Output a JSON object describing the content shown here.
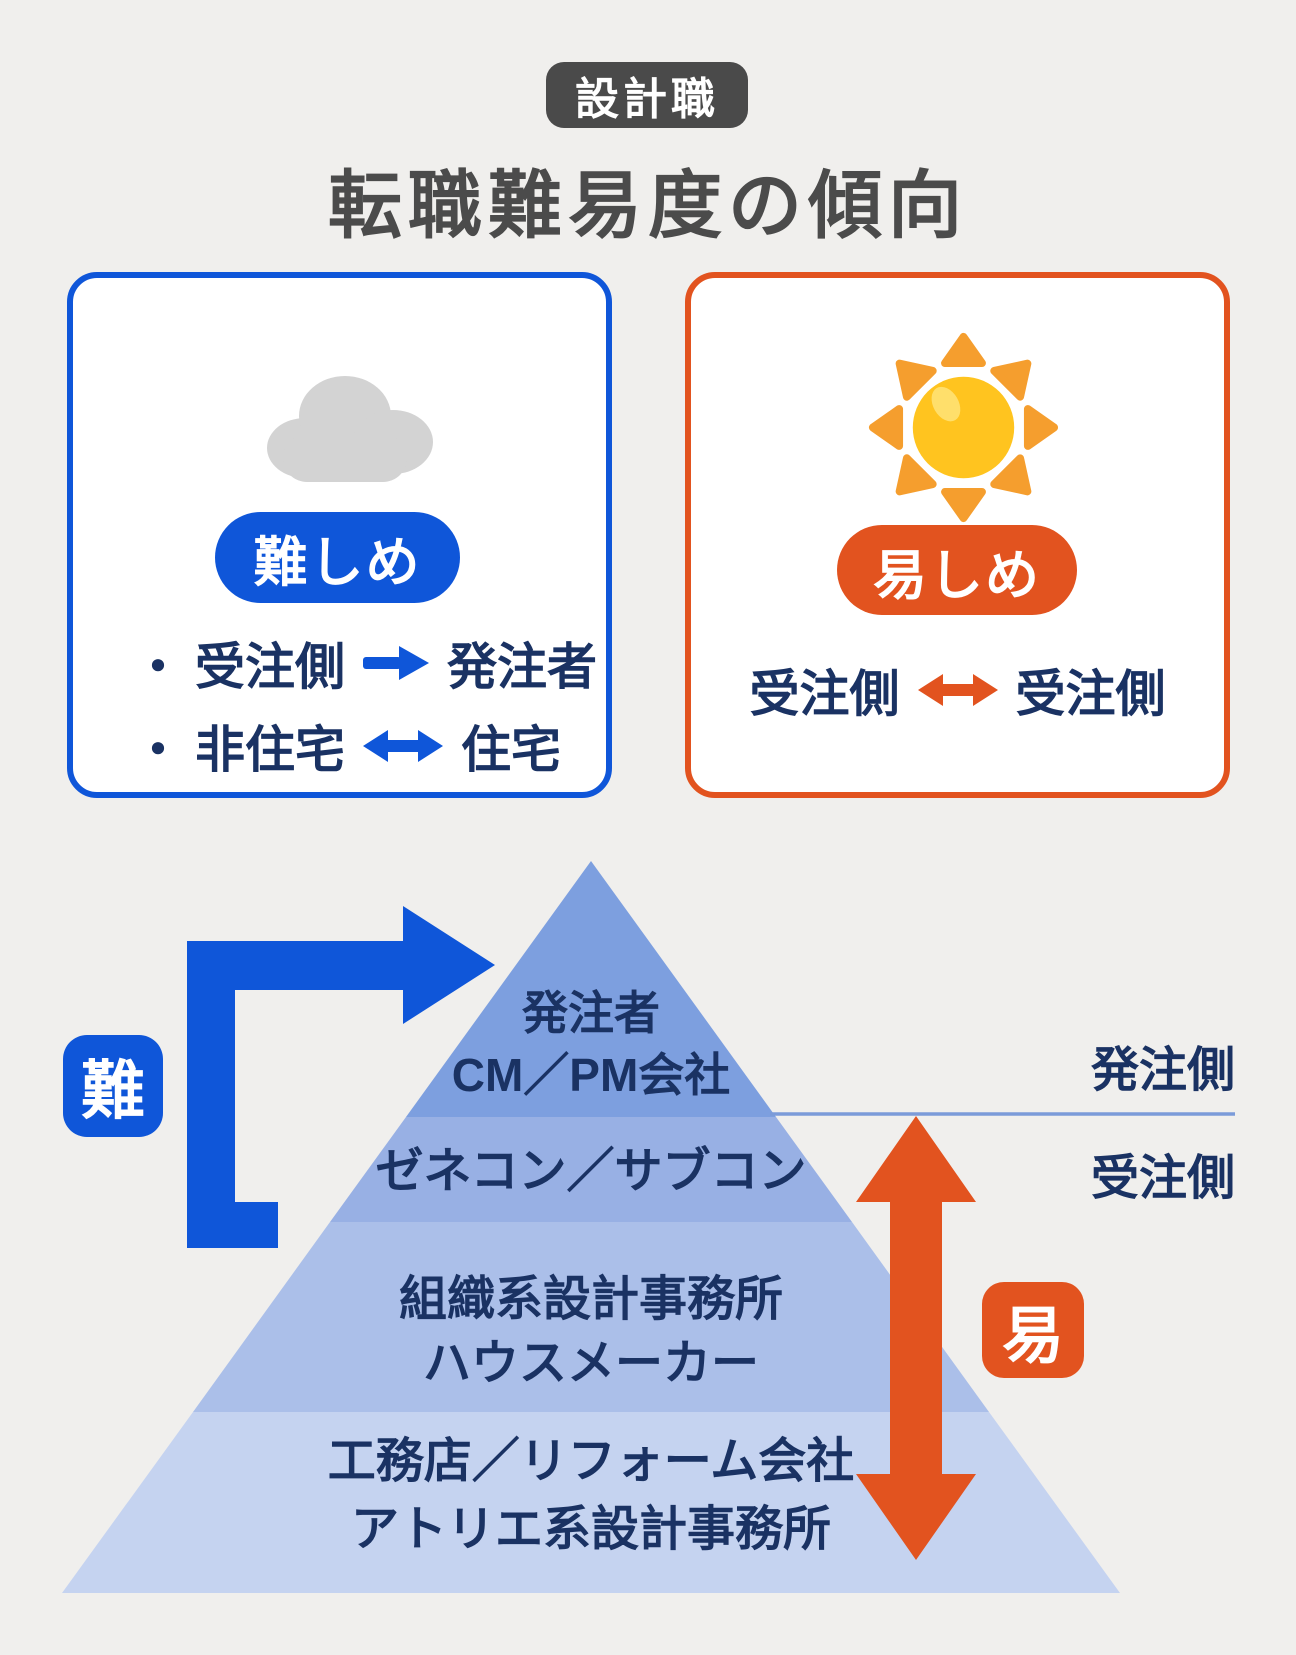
{
  "header": {
    "badge": "設計職",
    "title": "転職難易度の傾向"
  },
  "cards": {
    "bullet_char": "・",
    "hard": {
      "label": "難しめ",
      "icon": "cloud",
      "rows": [
        {
          "from": "受注側",
          "arrow": "right",
          "to": "発注者"
        },
        {
          "from": "非住宅",
          "arrow": "both",
          "to": "住宅"
        }
      ]
    },
    "easy": {
      "label": "易しめ",
      "icon": "sun",
      "rows": [
        {
          "from": "受注側",
          "arrow": "both",
          "to": "受注側"
        }
      ]
    }
  },
  "pyramid": {
    "levels": [
      {
        "lines": [
          "発注者",
          "CM／PM会社"
        ]
      },
      {
        "lines": [
          "ゼネコン／サブコン"
        ]
      },
      {
        "lines": [
          "組織系設計事務所",
          "ハウスメーカー"
        ]
      },
      {
        "lines": [
          "工務店／リフォーム会社",
          "アトリエ系設計事務所"
        ]
      }
    ],
    "side_labels": {
      "top": "発注側",
      "bottom": "受注側"
    },
    "badges": {
      "hard": "難",
      "easy": "易"
    },
    "band_colors": [
      "#7d9fdf",
      "#98b0e4",
      "#abbfe9",
      "#c5d3f0"
    ]
  },
  "colors": {
    "background": "#f0efed",
    "blue": "#0f56d9",
    "orange": "#e2531f",
    "navy": "#1a3263",
    "dark_gray": "#4a4a4a",
    "divider_blue": "#7b9bd9",
    "cloud_gray": "#d3d3d3",
    "sun_core": "#ffc41f",
    "sun_highlight": "#ffdf6b",
    "sun_rays": "#f59e2e"
  }
}
